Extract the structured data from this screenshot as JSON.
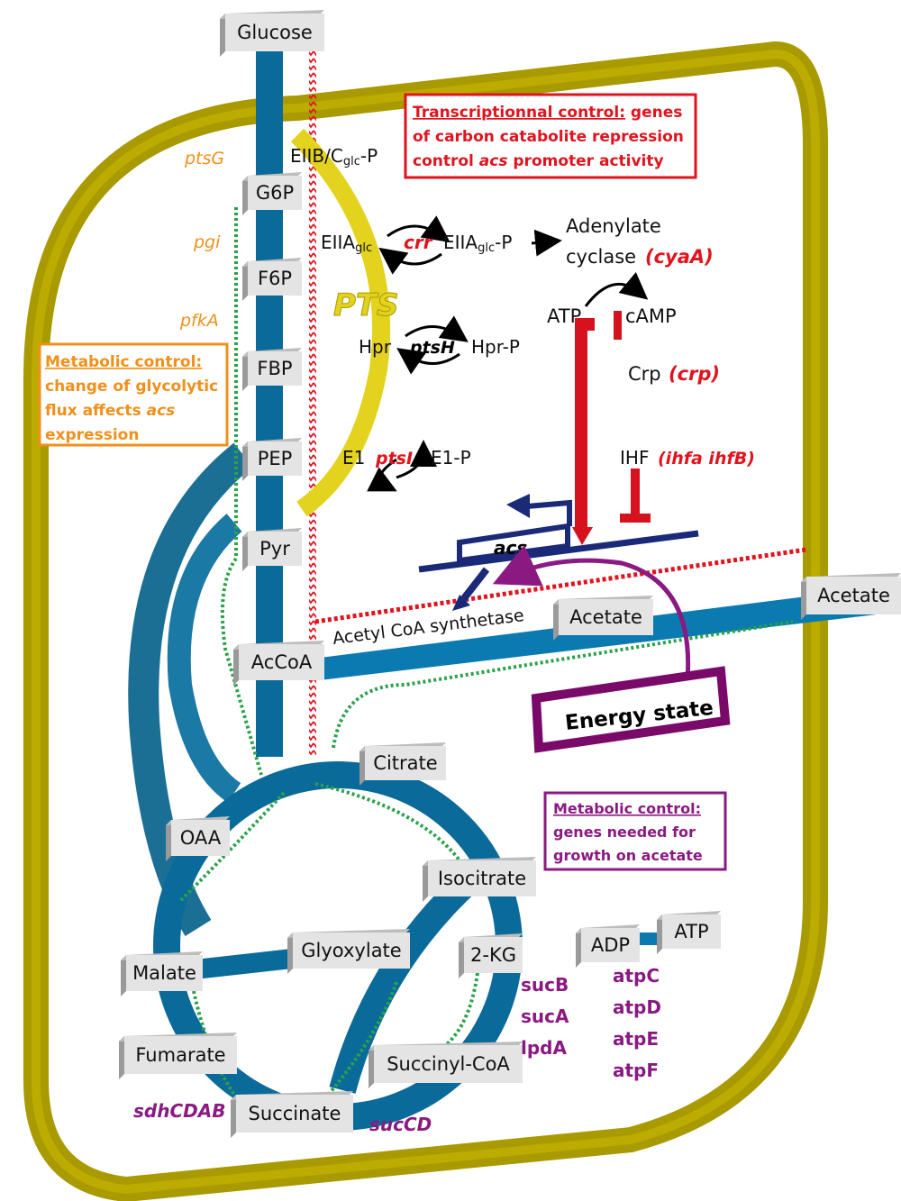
{
  "colors": {
    "membrane": "#a89a00",
    "membrane_light": "#c9b800",
    "flux_blue": "#0a6a9a",
    "flux_blue_light": "#1b86b8",
    "pts_yellow": "#e3d21e",
    "repression_red": "#d5121d",
    "activation_green": "#2aa24a",
    "gene_orange": "#f0901a",
    "gene_red": "#e0141e",
    "gene_purple": "#8a1a82",
    "promoter_navy": "#1b2a78",
    "energy_purple": "#7a0a6a"
  },
  "metabolites": {
    "glucose": "Glucose",
    "g6p": "G6P",
    "f6p": "F6P",
    "fbp": "FBP",
    "pep": "PEP",
    "pyr": "Pyr",
    "accoa": "AcCoA",
    "citrate": "Citrate",
    "oaa": "OAA",
    "isocitrate": "Isocitrate",
    "malate": "Malate",
    "glyoxylate": "Glyoxylate",
    "two_kg": "2-KG",
    "fumarate": "Fumarate",
    "succinyl_coa": "Succinyl-CoA",
    "succinate": "Succinate",
    "acetate_in": "Acetate",
    "acetate_out": "Acetate",
    "adp": "ADP",
    "atp": "ATP"
  },
  "glycolysis_genes": [
    "ptsG",
    "pgi",
    "pfkA"
  ],
  "pts": {
    "title": "PTS",
    "eiibc": "EIIB/C",
    "eiibc_sub": "glc",
    "eiibc_suffix": "-P",
    "eiia": "EIIA",
    "eiia_sub": "glc",
    "eiia_p": "EIIA",
    "eiia_p_sub": "glc",
    "eiia_p_suffix": "-P",
    "crr": "crr",
    "hpr": "Hpr",
    "ptsH": "ptsH",
    "hpr_p": "Hpr-P",
    "e1": "E1",
    "ptsI": "ptsI",
    "e1_p": "E1-P"
  },
  "camp": {
    "adenylate_line1": "Adenylate",
    "adenylate_line2": "cyclase",
    "cyaA": "(cyaA)",
    "atp": "ATP",
    "camp": "cAMP",
    "crp": "Crp",
    "crp_gene": "(crp)",
    "ihf": "IHF",
    "ihf_genes": "(ihfa ihfB)"
  },
  "promoter": {
    "gene": "acs",
    "enzyme": "Acetyl CoA synthetase",
    "energy_state": "Energy state"
  },
  "boxes": {
    "transcriptional": {
      "title": "Transcriptionnal control:",
      "line1_rest": " genes",
      "line2": "of carbon catabolite repression",
      "line3_a": "control ",
      "line3_b": "acs",
      "line3_c": " promoter activity"
    },
    "metabolic_glyco": {
      "title": "Metabolic control:",
      "line2": "change of glycolytic",
      "line3_a": "flux affects ",
      "line3_b": "acs",
      "line4": "expression"
    },
    "metabolic_acetate": {
      "title": "Metabolic control:",
      "line2": "genes needed for",
      "line3": "growth on acetate"
    }
  },
  "tca_genes": {
    "sucB": "sucB",
    "sucA": "sucA",
    "lpdA": "lpdA",
    "sdhCDAB": "sdhCDAB",
    "sucCD": "sucCD"
  },
  "atp_genes": [
    "atpC",
    "atpD",
    "atpE",
    "atpF"
  ]
}
